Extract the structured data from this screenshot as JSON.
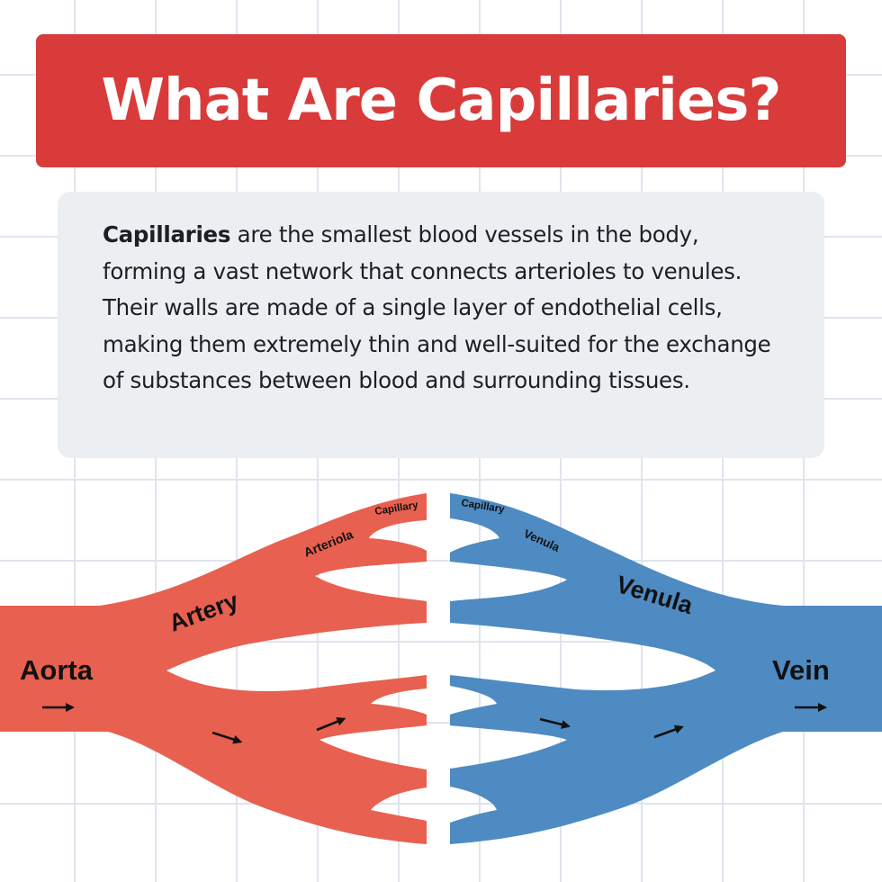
{
  "title": "What Are Capillaries?",
  "description": {
    "term": "Capillaries",
    "text": " are the smallest blood vessels in the body, forming a vast network that connects arterioles to venules. Their walls are made of a single layer of endothelial cells, making them extremely thin and well-suited for the exchange of substances between blood and surrounding tissues."
  },
  "diagram": {
    "arterial_side": {
      "color": "#e8604f",
      "labels": {
        "aorta": "Aorta",
        "artery": "Artery",
        "arteriola": "Arteriola",
        "capillary": "Capillary"
      }
    },
    "venous_side": {
      "color": "#4e8bc2",
      "labels": {
        "vein": "Vein",
        "venula_large": "Venula",
        "venula_small": "Venula",
        "capillary": "Capillary"
      }
    },
    "arrow_icon": "arrow-right-icon"
  }
}
